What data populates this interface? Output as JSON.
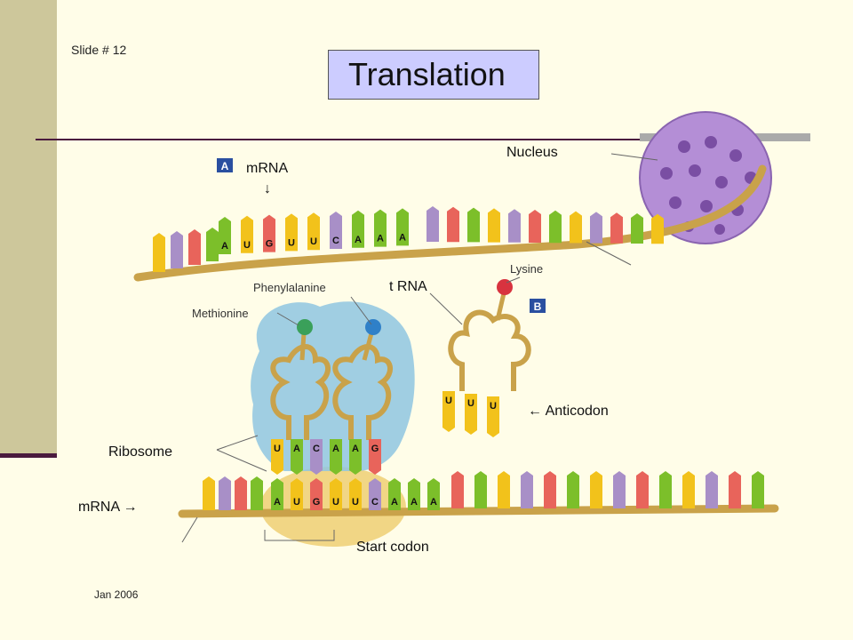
{
  "slide": {
    "number_label": "Slide # 12",
    "date": "Jan 2006"
  },
  "title": "Translation",
  "labels": {
    "nucleus": "Nucleus",
    "mrna_top": "mRNA",
    "mrna_top_arrow": "↓",
    "panel_a": "A",
    "panel_b": "B",
    "lysine": "Lysine",
    "phenylalanine": "Phenylalanine",
    "methionine": "Methionine",
    "trna": "t RNA",
    "anticodon": "← Anticodon",
    "ribosome": "Ribosome",
    "mrna_bottom": "mRNA →",
    "start_codon": "Start codon"
  },
  "sequences": {
    "top_mrna": [
      "A",
      "U",
      "G",
      "U",
      "U",
      "C",
      "A",
      "A",
      "A"
    ],
    "free_trna_anticodon": [
      "U",
      "U",
      "U"
    ],
    "bound_anticodons": [
      "U",
      "A",
      "C",
      "A",
      "A",
      "G"
    ],
    "bottom_mrna": [
      "A",
      "U",
      "G",
      "U",
      "U",
      "C",
      "A",
      "A",
      "A"
    ]
  },
  "colors": {
    "background": "#fffde8",
    "sidebar": "#cdc79b",
    "title_box": "#ccccff",
    "rule": "#4a1a3e",
    "base_A": "#7cbf2a",
    "base_U": "#f2c21b",
    "base_G": "#e8645b",
    "base_C": "#a88fc7",
    "backbone": "#c9a24a",
    "ribosome_small": "#f0d27a",
    "ribosome_large": "#8fc6e0",
    "nucleus": "#b48ed6"
  }
}
